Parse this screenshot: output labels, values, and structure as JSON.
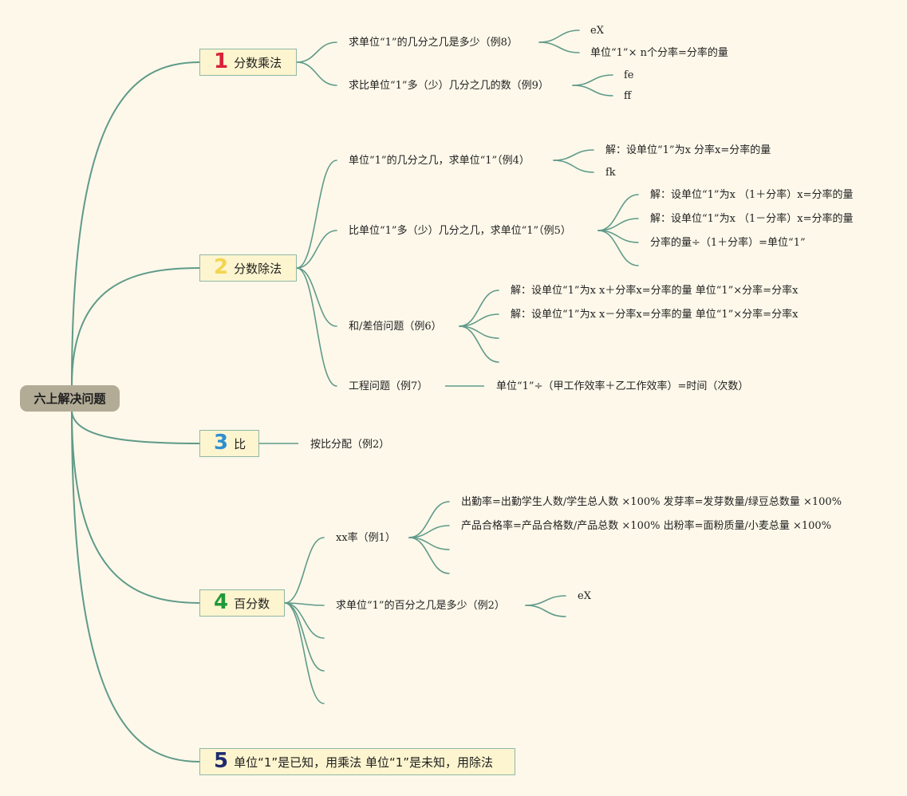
{
  "colors": {
    "background": "#fdf8ea",
    "branch_line": "#5f9a89",
    "root_fill": "#b2ab96",
    "topic_fill": "#fdf5cf",
    "topic_border": "#8fb7a7"
  },
  "root": {
    "label": "六上解决问题"
  },
  "topics": [
    {
      "number": "1",
      "number_color": "#d9213a",
      "label": "分数乘法"
    },
    {
      "number": "2",
      "number_color": "#f2d54e",
      "label": "分数除法"
    },
    {
      "number": "3",
      "number_color": "#2f8fd0",
      "label": "比"
    },
    {
      "number": "4",
      "number_color": "#1f9a3a",
      "label": "百分数"
    },
    {
      "number": "5",
      "number_color": "#1f2b6e",
      "label": "单位“1”是已知，用乘法 单位“1”是未知，用除法"
    }
  ],
  "t1": {
    "s1": {
      "label": "求单位“1”的几分之几是多少（例8）",
      "children": [
        "eX",
        "单位“1”× n个分率=分率的量"
      ]
    },
    "s2": {
      "label": "求比单位“1”多（少）几分之几的数（例9）",
      "children": [
        "fe",
        "ff"
      ]
    }
  },
  "t2": {
    "s1": {
      "label": "单位“1”的几分之几，求单位“1”（例4）",
      "children": [
        "解：设单位“1”为x 分率x=分率的量",
        "fk"
      ]
    },
    "s2": {
      "label": "比单位“1”多（少）几分之几，求单位“1”（例5）",
      "children": [
        "解：设单位“1”为x （1＋分率）x=分率的量",
        "解：设单位“1”为x （1－分率）x=分率的量",
        "分率的量÷（1＋分率）=单位“1”"
      ]
    },
    "s3": {
      "label": "和/差倍问题（例6）",
      "children": [
        "解：设单位“1”为x x＋分率x=分率的量 单位“1”×分率=分率x",
        "解：设单位“1”为x x－分率x=分率的量 单位“1”×分率=分率x"
      ]
    },
    "s4": {
      "label": "工程问题（例7）",
      "children": [
        "单位“1”÷（甲工作效率＋乙工作效率）=时间（次数）"
      ]
    }
  },
  "t3": {
    "s1": {
      "label": "按比分配（例2）"
    }
  },
  "t4": {
    "s1": {
      "label": "xx率（例1）",
      "children": [
        "出勤率=出勤学生人数/学生总人数 ×100% 发芽率=发芽数量/绿豆总数量 ×100%",
        "产品合格率=产品合格数/产品总数 ×100% 出粉率=面粉质量/小麦总量 ×100%"
      ]
    },
    "s2": {
      "label": "求单位“1”的百分之几是多少（例2）",
      "children": [
        "eX"
      ]
    }
  }
}
